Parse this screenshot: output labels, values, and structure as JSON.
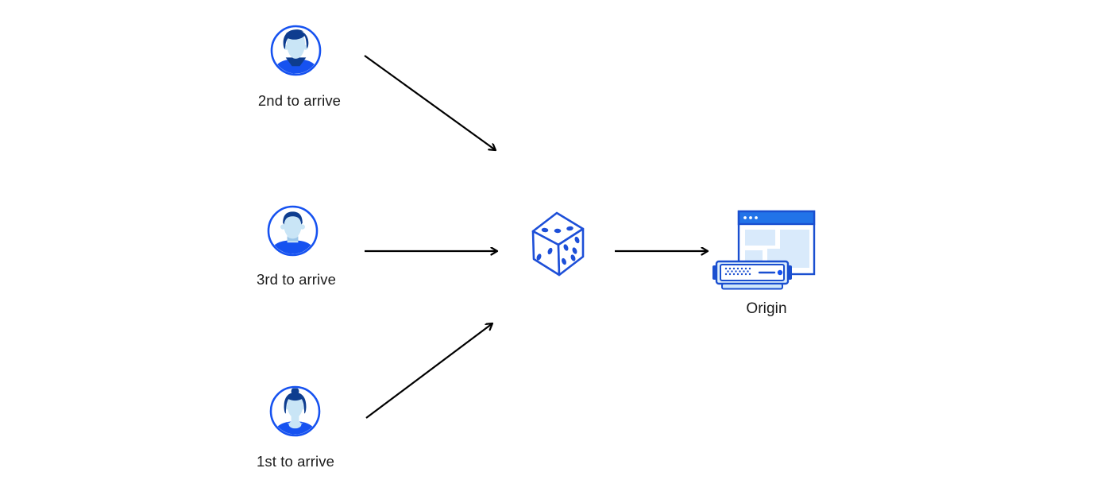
{
  "diagram": {
    "description": "Three visitors arriving in different order are routed randomly (dice) to the Origin server",
    "visitors": [
      {
        "label": "2nd to arrive",
        "avatar": "man-quiff-avatar-icon"
      },
      {
        "label": "3rd to arrive",
        "avatar": "man-flattop-avatar-icon"
      },
      {
        "label": "1st to arrive",
        "avatar": "woman-bun-avatar-icon"
      }
    ],
    "randomizer": {
      "icon": "dice-icon"
    },
    "origin": {
      "label": "Origin",
      "icon": "origin-server-browser-icon"
    },
    "arrows": [
      {
        "from": "2nd to arrive",
        "to": "dice"
      },
      {
        "from": "3rd to arrive",
        "to": "dice"
      },
      {
        "from": "1st to arrive",
        "to": "dice"
      },
      {
        "from": "dice",
        "to": "Origin"
      }
    ],
    "colors": {
      "background": "#ffffff",
      "arrow": "#000000",
      "icon_stroke_blue": "#1a4fd0",
      "dice_stroke_blue": "#1d4fd8",
      "fill_blue": "#1652f0",
      "titlebar_blue": "#2273e8",
      "dark_navy": "#0e3d8f",
      "light_blue_fill": "#d9eafb",
      "pale_blue_fill": "#ddeefb",
      "face_blue": "#c9e5f6",
      "text": "#1b1b1b"
    }
  }
}
